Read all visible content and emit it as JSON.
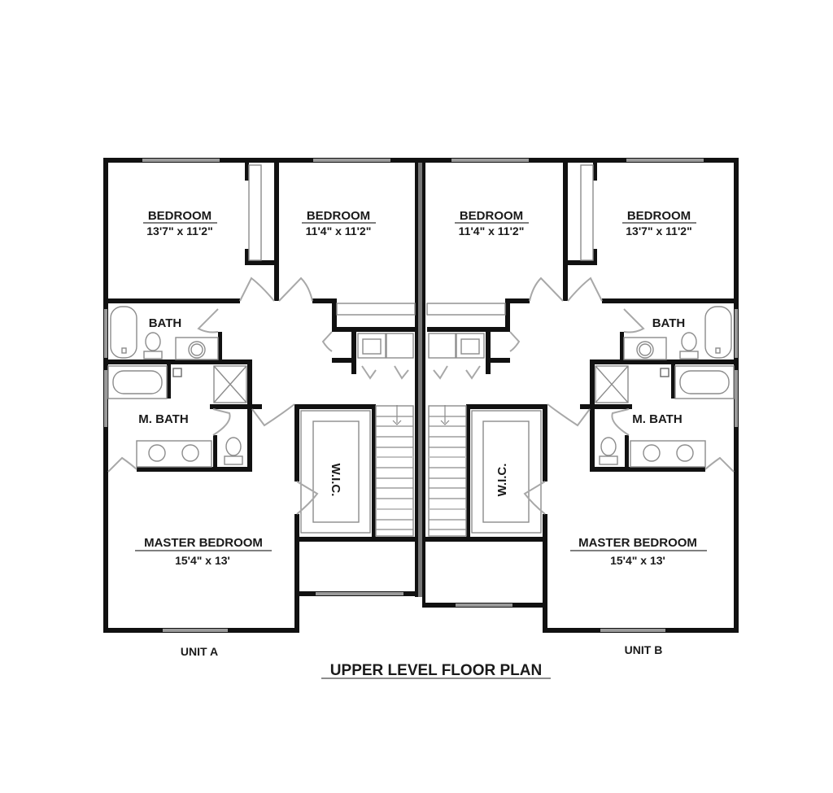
{
  "title": "UPPER LEVEL FLOOR PLAN",
  "units": [
    {
      "label": "UNIT A",
      "rooms": {
        "bedroom_outer": {
          "name": "BEDROOM",
          "dims": "13'7\" x 11'2\""
        },
        "bedroom_inner": {
          "name": "BEDROOM",
          "dims": "11'4\" x 11'2\""
        },
        "bath": {
          "name": "BATH"
        },
        "master_bath": {
          "name": "M. BATH"
        },
        "wic": {
          "name": "W.I.C."
        },
        "master_bedroom": {
          "name": "MASTER BEDROOM",
          "dims": "15'4\" x 13'"
        }
      }
    },
    {
      "label": "UNIT B",
      "rooms": {
        "bedroom_inner": {
          "name": "BEDROOM",
          "dims": "11'4\" x 11'2\""
        },
        "bedroom_outer": {
          "name": "BEDROOM",
          "dims": "13'7\" x 11'2\""
        },
        "bath": {
          "name": "BATH"
        },
        "master_bath": {
          "name": "M. BATH"
        },
        "wic": {
          "name": "W.I.C."
        },
        "master_bedroom": {
          "name": "MASTER BEDROOM",
          "dims": "15'4\" x 13'"
        }
      }
    }
  ],
  "colors": {
    "wall": "#111111",
    "window": "#9a9a9a",
    "fixture": "#8c8c8c",
    "background": "#ffffff"
  }
}
